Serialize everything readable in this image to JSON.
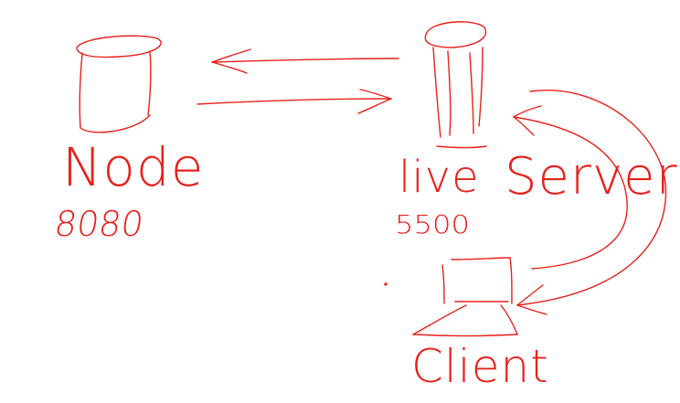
{
  "ink_color": "#e8211c",
  "background_color": "#ffffff",
  "nodes": [
    {
      "id": "node",
      "label": "Node",
      "port": "8080",
      "icon": "database-cylinder-icon"
    },
    {
      "id": "live-server",
      "label_a": "live",
      "label_b": "Server",
      "port": "5500",
      "icon": "server-tower-icon"
    },
    {
      "id": "client",
      "label": "Client",
      "icon": "computer-monitor-icon"
    }
  ],
  "connections": [
    {
      "from": "live-server",
      "to": "node",
      "icon": "arrow-left-icon"
    },
    {
      "from": "node",
      "to": "live-server",
      "icon": "arrow-right-icon"
    },
    {
      "from": "live-server",
      "to": "client",
      "icon": "curved-arrow-down-icon"
    },
    {
      "from": "client",
      "to": "live-server",
      "icon": "curved-arrow-up-icon"
    }
  ]
}
